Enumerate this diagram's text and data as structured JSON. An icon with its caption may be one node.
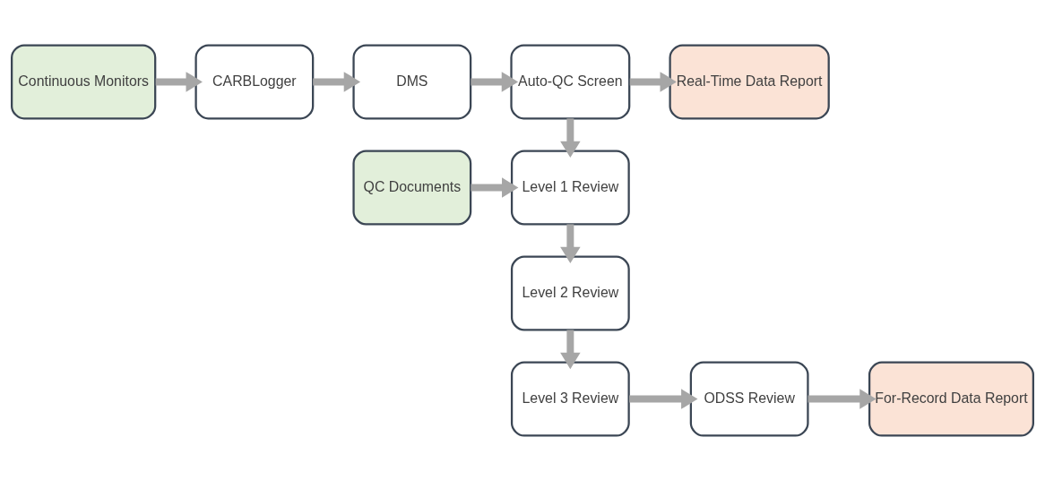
{
  "diagram": {
    "nodes": [
      {
        "text": [
          "Continuous Monitors"
        ]
      },
      {
        "text": [
          "CARBLogger"
        ]
      },
      {
        "text": [
          "DMS"
        ]
      },
      {
        "text": [
          "Auto-QC Screen"
        ]
      },
      {
        "text": [
          "Real-Time Data Report"
        ]
      },
      {
        "text": [
          "QC Documents"
        ]
      },
      {
        "text": [
          "Level 1 Review"
        ]
      },
      {
        "text": [
          "Level 2 Review"
        ]
      },
      {
        "text": [
          "Level 3 Review"
        ]
      },
      {
        "text": [
          "ODSS Review"
        ]
      },
      {
        "text": [
          "For-Record Data Report"
        ]
      }
    ],
    "edges": [
      {
        "from": 0,
        "to": 1,
        "arrow": "to"
      },
      {
        "from": 1,
        "to": 2,
        "arrow": "to"
      },
      {
        "from": 2,
        "to": 3,
        "arrow": "to"
      },
      {
        "from": 3,
        "to": 4,
        "arrow": "to"
      },
      {
        "from": 3,
        "to": 6,
        "arrow": "to"
      },
      {
        "from": 5,
        "to": 6,
        "arrow": "to"
      },
      {
        "from": 6,
        "to": 7,
        "arrow": "to"
      },
      {
        "from": 7,
        "to": 8,
        "arrow": "to"
      },
      {
        "from": 8,
        "to": 9,
        "arrow": "to"
      },
      {
        "from": 9,
        "to": 10,
        "arrow": "to"
      }
    ]
  }
}
